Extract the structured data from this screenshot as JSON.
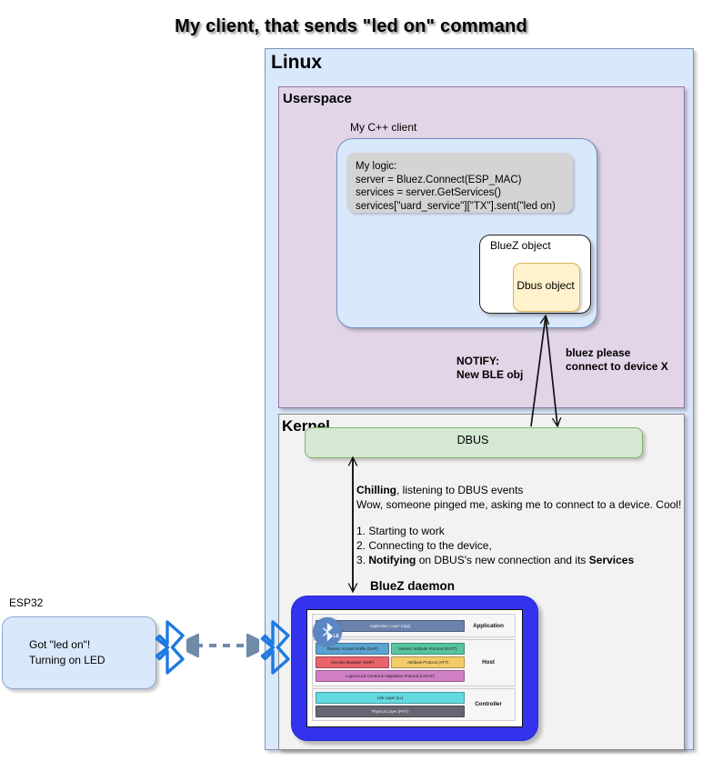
{
  "title": "My client, that sends \"led on\" command",
  "linux": {
    "label": "Linux"
  },
  "userspace": {
    "label": "Userspace"
  },
  "cpp_client": {
    "label": "My C++ client",
    "code_lines": [
      "My logic:",
      "server = Bluez.Connect(ESP_MAC)",
      "services = server.GetServices()",
      "services[\"uard_service\"][\"TX\"].sent(\"led on)"
    ]
  },
  "bluez_object": {
    "label": "BlueZ object",
    "inner_label": "Dbus object"
  },
  "arrow_labels": {
    "notify_line1": "NOTIFY:",
    "notify_line2": "New BLE obj",
    "connect_line1": "bluez please",
    "connect_line2": "connect to device X"
  },
  "kernel": {
    "label": "Kernel",
    "dbus_bar": "DBUS",
    "chilling_bold": "Chilling",
    "chilling_rest": ", listening to DBUS events",
    "wow_line": "Wow, someone pinged me, asking me to connect to a device. Cool!",
    "steps": [
      {
        "num": "1.",
        "text": "Starting to work"
      },
      {
        "num": "2.",
        "text": "Connecting to the device,"
      },
      {
        "num": "3.",
        "pre": "",
        "bold1": "Notifying",
        "mid": " on DBUS's new connection and its ",
        "bold2": "Services"
      }
    ]
  },
  "daemon": {
    "label": "BlueZ daemon",
    "badge_text": "LE",
    "stack": {
      "groups": [
        {
          "side": "Application",
          "rows": [
            [
              {
                "label": "Application Layer (App)",
                "cls": "c-app"
              }
            ]
          ]
        },
        {
          "side": "Host",
          "rows": [
            [
              {
                "label": "Generic Access Profile (GAP)",
                "cls": "c-gap"
              },
              {
                "label": "Generic Attribute Protocol (GATT)",
                "cls": "c-gatt"
              }
            ],
            [
              {
                "label": "Security Manager (SMP)",
                "cls": "c-smp"
              },
              {
                "label": "Attribute Protocol (ATT)",
                "cls": "c-att"
              }
            ],
            [
              {
                "label": "Logical Link Control & Adaptation Protocol (L2CAP)",
                "cls": "c-l2cap"
              }
            ]
          ]
        },
        {
          "side": "Controller",
          "rows": [
            [
              {
                "label": "Link Layer (LL)",
                "cls": "c-ll"
              }
            ],
            [
              {
                "label": "Physical Layer (PHY)",
                "cls": "c-phy"
              }
            ]
          ]
        }
      ]
    }
  },
  "esp32": {
    "label": "ESP32",
    "line1": "Got \"led on\"!",
    "line2": "Turning on LED"
  },
  "colors": {
    "linux_bg": "#dae8fc",
    "userspace_bg": "#e1d5e7",
    "kernel_bg": "#f2f2f3",
    "dbus_green": "#d5e8d4",
    "dbus_object": "#fff2cc",
    "daemon_blue": "#3333ee",
    "bluetooth_blue": "#1f7ae0",
    "link_arrow": "#6f8ba8"
  }
}
